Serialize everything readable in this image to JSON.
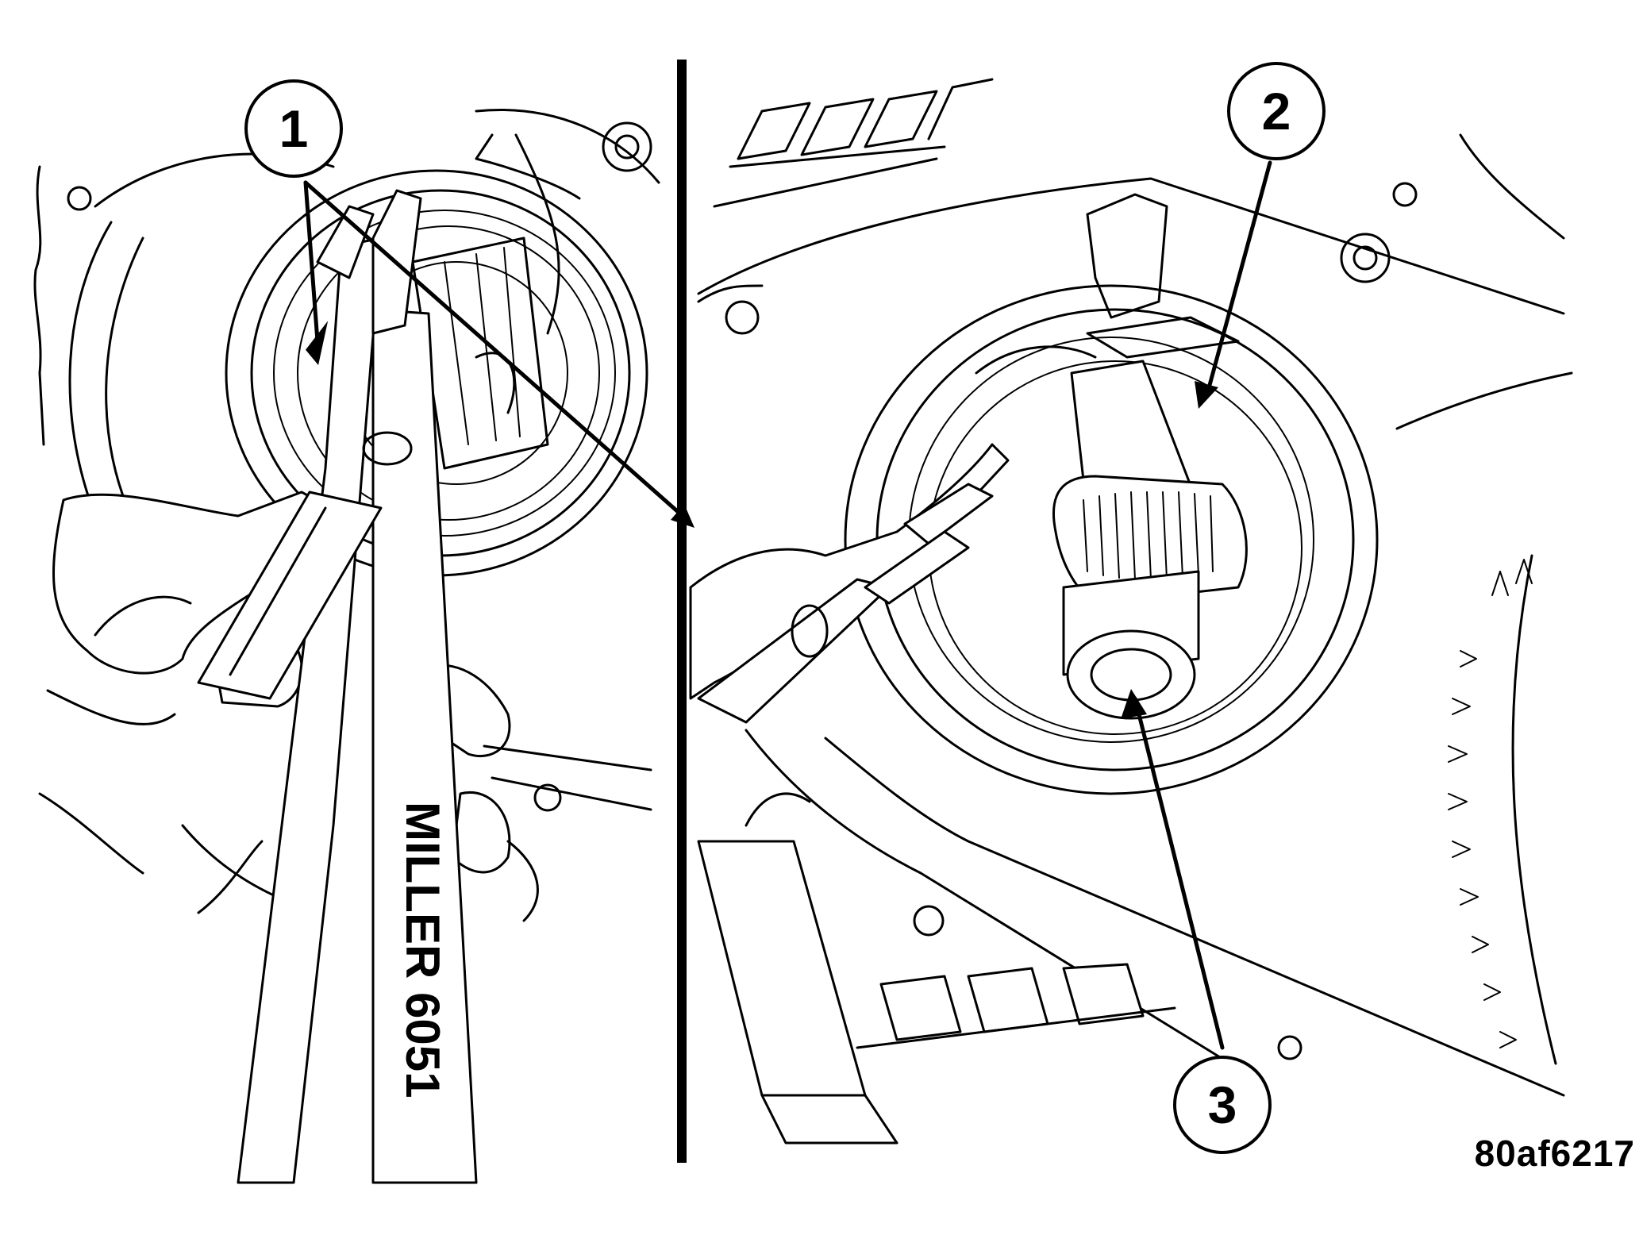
{
  "callouts": [
    {
      "number": "1"
    },
    {
      "number": "2"
    },
    {
      "number": "3"
    }
  ],
  "tool_label": "MILLER 6051",
  "figure_id": "80af6217",
  "colors": {
    "line": "#000000",
    "background": "#ffffff"
  }
}
